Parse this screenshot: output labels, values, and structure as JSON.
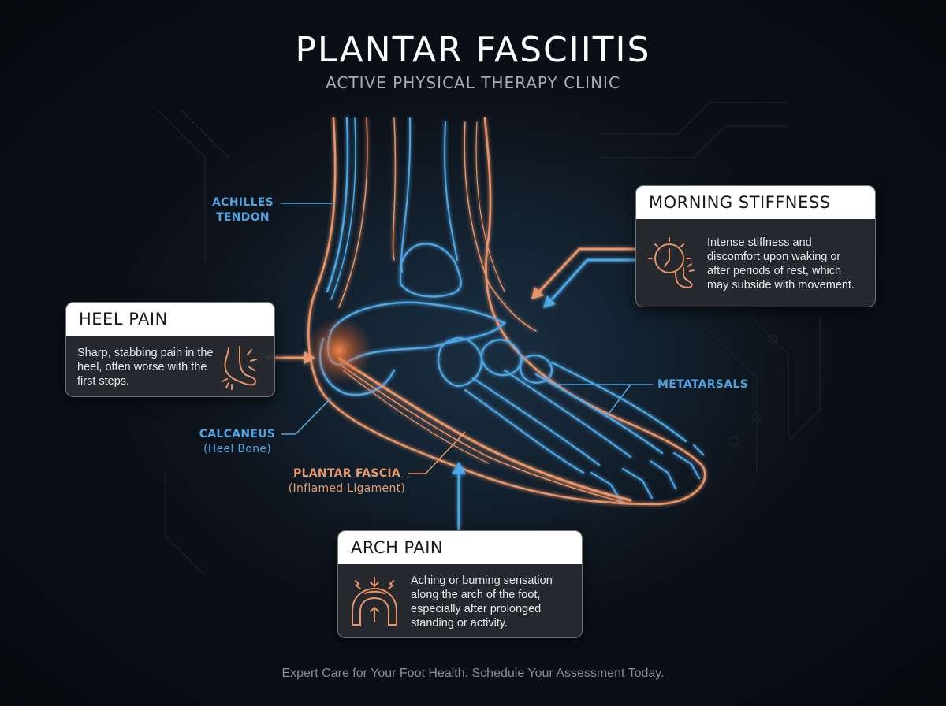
{
  "header": {
    "title": "PLANTAR FASCIITIS",
    "subtitle": "ACTIVE PHYSICAL THERAPY CLINIC"
  },
  "colors": {
    "background": "#0b1017",
    "bone_blue": "#4fa8e6",
    "tissue_orange": "#e8956a",
    "card_header": "#ffffff",
    "card_body": "#282b30"
  },
  "labels": {
    "achilles": {
      "title": "ACHILLES",
      "title2": "TENDON"
    },
    "calcaneus": {
      "title": "CALCANEUS",
      "sub": "(Heel Bone)"
    },
    "plantar_fascia": {
      "title": "PLANTAR FASCIA",
      "sub": "(Inflamed Ligament)"
    },
    "metatarsals": {
      "title": "METATARSALS"
    }
  },
  "cards": {
    "heel_pain": {
      "title": "HEEL PAIN",
      "text": "Sharp, stabbing pain in the heel, often worse with the first steps.",
      "icon": "painful-heel-icon"
    },
    "morning_stiffness": {
      "title": "MORNING STIFFNESS",
      "text": "Intense stiffness and discomfort upon waking or after periods of rest, which may subside with movement.",
      "icon": "clock-foot-icon"
    },
    "arch_pain": {
      "title": "ARCH PAIN",
      "text": "Aching or burning sensation along the arch of the foot, especially after prolonged standing or activity.",
      "icon": "arch-pressure-icon"
    }
  },
  "footer": {
    "text": "Expert Care for Your Foot Health. Schedule Your Assessment Today."
  }
}
